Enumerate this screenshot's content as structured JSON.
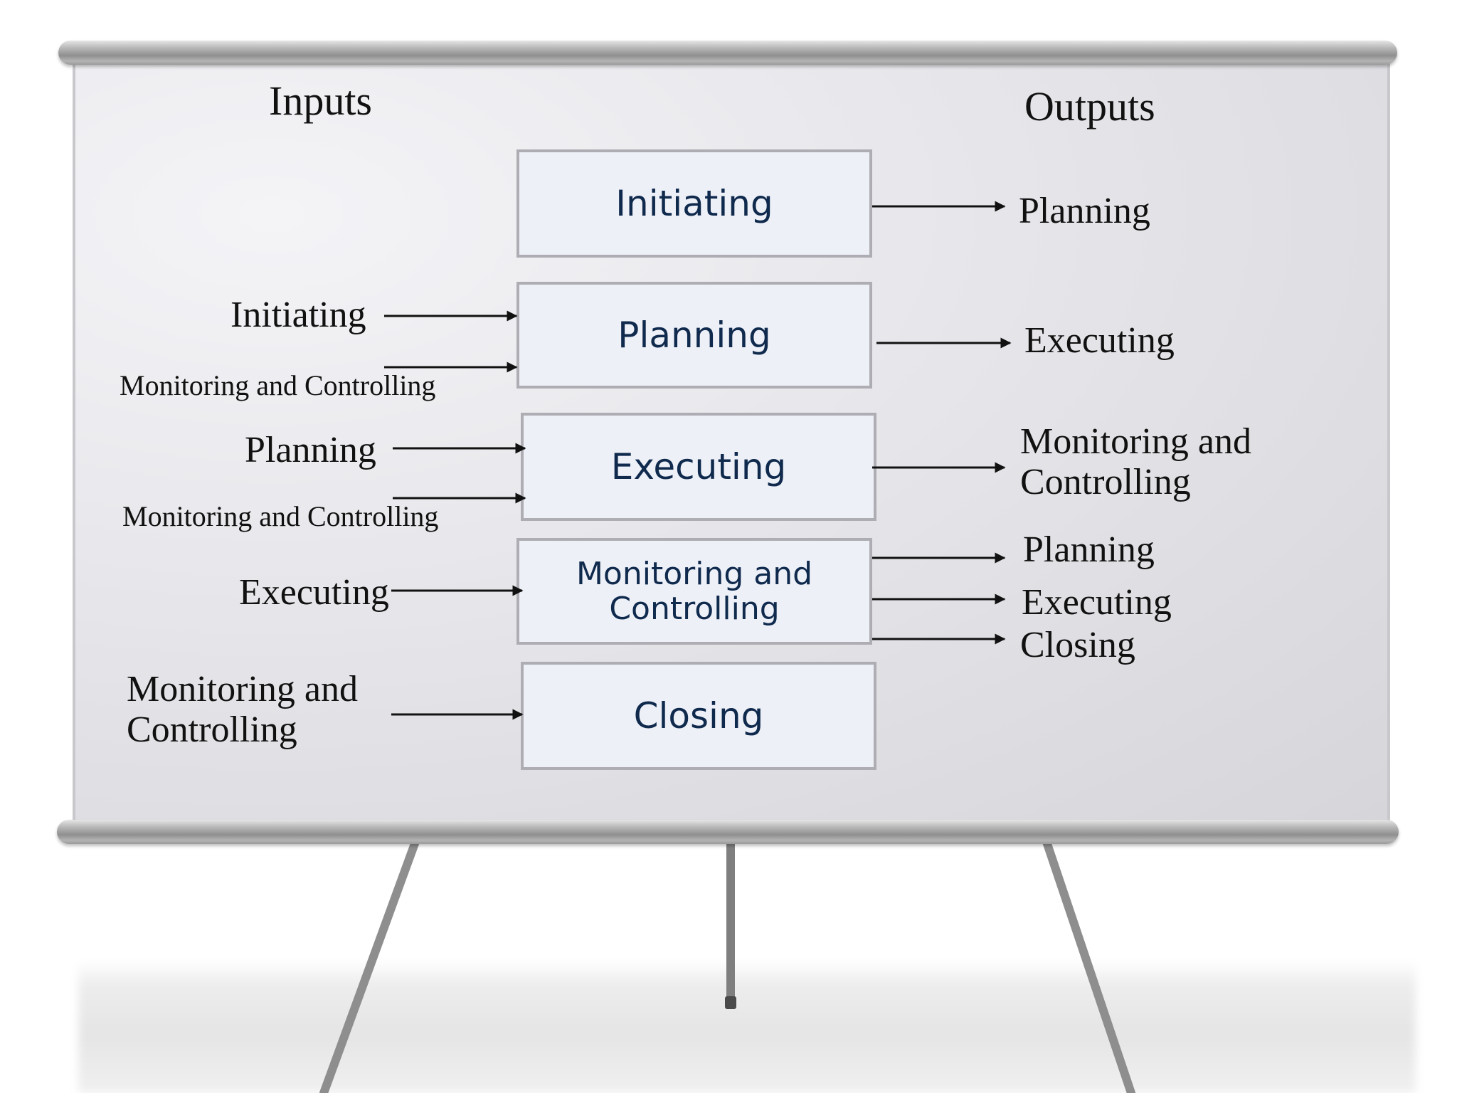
{
  "headings": {
    "inputs": "Inputs",
    "outputs": "Outputs"
  },
  "boxes": {
    "initiating": "Initiating",
    "planning": "Planning",
    "executing": "Executing",
    "monitoring_line1": "Monitoring and",
    "monitoring_line2": "Controlling",
    "closing": "Closing"
  },
  "inputs": {
    "planning_from_initiating": "Initiating",
    "planning_from_monitoring": "Monitoring and Controlling",
    "executing_from_planning": "Planning",
    "executing_from_monitoring": "Monitoring and Controlling",
    "monitoring_from_executing": "Executing",
    "closing_from_monitoring_line1": "Monitoring and",
    "closing_from_monitoring_line2": "Controlling"
  },
  "outputs": {
    "initiating_to": "Planning",
    "planning_to": "Executing",
    "executing_to_line1": "Monitoring and",
    "executing_to_line2": "Controlling",
    "monitoring_to_planning": "Planning",
    "monitoring_to_executing": "Executing",
    "monitoring_to_closing": "Closing"
  }
}
